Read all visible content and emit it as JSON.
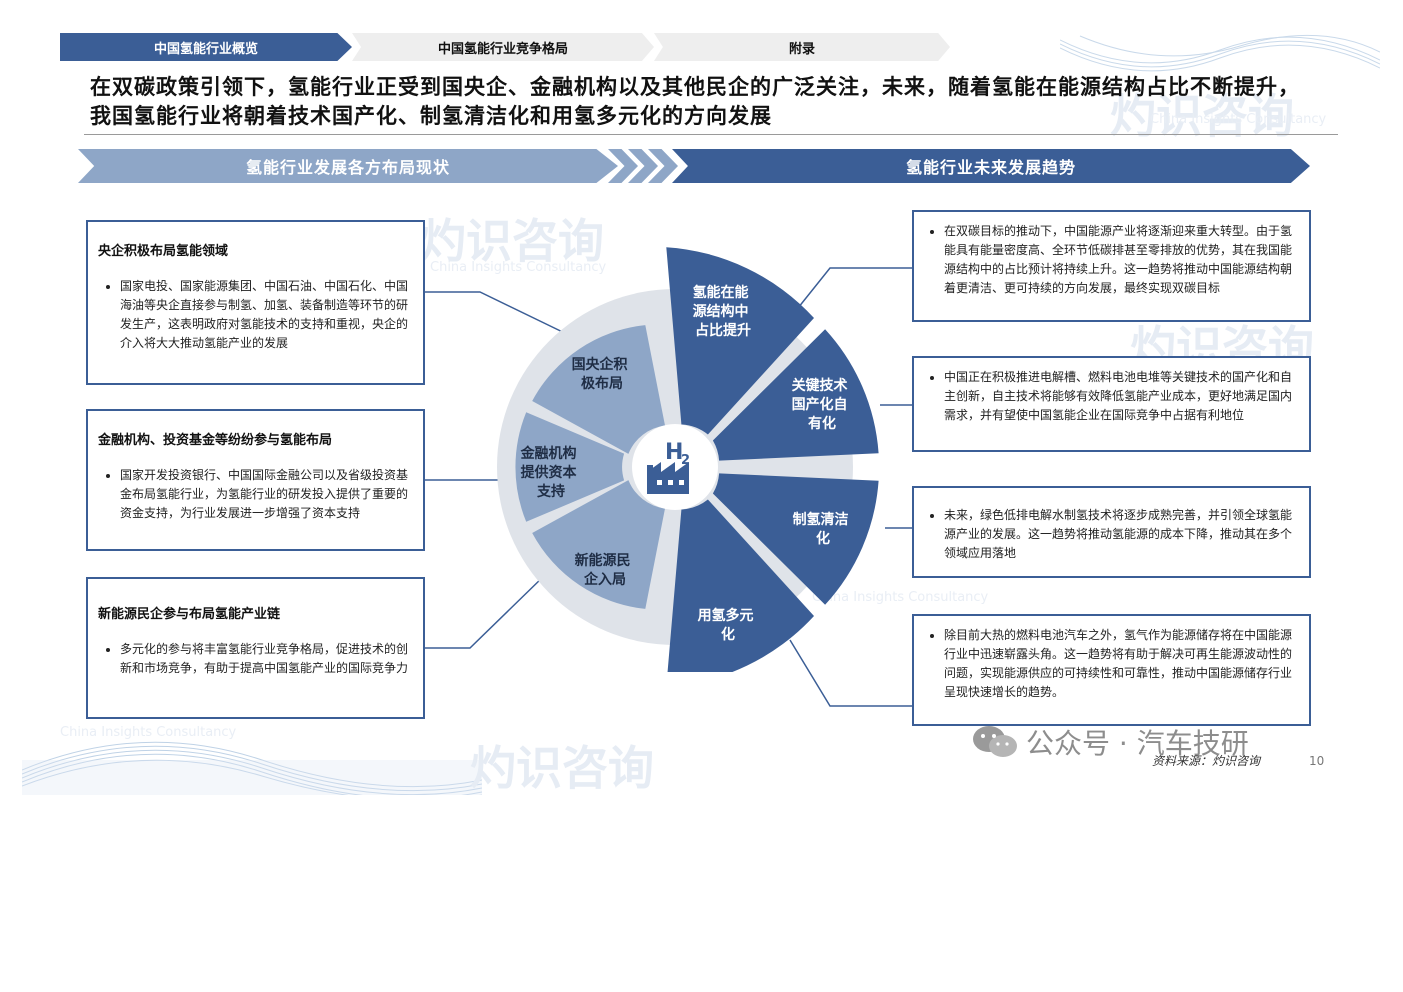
{
  "nav": {
    "tabs": [
      {
        "label": "中国氢能行业概览",
        "active": true
      },
      {
        "label": "中国氢能行业竞争格局",
        "active": false
      },
      {
        "label": "附录",
        "active": false
      }
    ]
  },
  "headline": "在双碳政策引领下，氢能行业正受到国央企、金融机构以及其他民企的广泛关注，未来，随着氢能在能源结构占比不断提升，我国氢能行业将朝着技术国产化、制氢清洁化和用氢多元化的方向发展",
  "bands": {
    "left": "氢能行业发展各方布局现状",
    "right": "氢能行业未来发展趋势"
  },
  "left_boxes": [
    {
      "title": "央企积极布局氢能领域",
      "text": "国家电投、国家能源集团、中国石油、中国石化、中国海油等央企直接参与制氢、加氢、装备制造等环节的研发生产，这表明政府对氢能技术的支持和重视，央企的介入将大大推动氢能产业的发展"
    },
    {
      "title": "金融机构、投资基金等纷纷参与氢能布局",
      "text": "国家开发投资银行、中国国际金融公司以及省级投资基金布局氢能行业，为氢能行业的研发投入提供了重要的资金支持，为行业发展进一步增强了资本支持"
    },
    {
      "title": "新能源民企参与布局氢能产业链",
      "text": "多元化的参与将丰富氢能行业竞争格局，促进技术的创新和市场竞争，有助于提高中国氢能产业的国际竞争力"
    }
  ],
  "right_boxes": [
    {
      "text": "在双碳目标的推动下，中国能源产业将逐渐迎来重大转型。由于氢能具有能量密度高、全环节低碳排甚至零排放的优势，其在我国能源结构中的占比预计将持续上升。这一趋势将推动中国能源结构朝着更清洁、更可持续的方向发展，最终实现双碳目标"
    },
    {
      "text": "中国正在积极推进电解槽、燃料电池电堆等关键技术的国产化和自主创新，自主技术将能够有效降低氢能产业成本，更好地满足国内需求，并有望使中国氢能企业在国际竞争中占据有利地位"
    },
    {
      "text": "未来，绿色低排电解水制氢技术将逐步成熟完善，并引领全球氢能源产业的发展。这一趋势将推动氢能源的成本下降，推动其在多个领域应用落地"
    },
    {
      "text": "除目前大热的燃料电池汽车之外，氢气作为能源储存将在中国能源行业中迅速崭露头角。这一趋势将有助于解决可再生能源波动性的问题，实现能源供应的可持续性和可靠性，推动中国能源储存行业呈现快速增长的趋势。"
    }
  ],
  "wheel": {
    "left_segments": [
      {
        "label_lines": [
          "国央企积",
          "极布局"
        ]
      },
      {
        "label_lines": [
          "金融机构",
          "提供资本",
          "支持"
        ]
      },
      {
        "label_lines": [
          "新能源民",
          "企入局"
        ]
      }
    ],
    "right_segments": [
      {
        "label_lines": [
          "氢能在能",
          "源结构中",
          "占比提升"
        ]
      },
      {
        "label_lines": [
          "关键技术",
          "国产化自",
          "有化"
        ]
      },
      {
        "label_lines": [
          "制氢清洁",
          "化"
        ]
      },
      {
        "label_lines": [
          "用氢多元",
          "化"
        ]
      }
    ],
    "center_symbol": "H",
    "center_subscript": "2"
  },
  "colors": {
    "dark_blue": "#3b5e96",
    "light_blue": "#8ea6c7",
    "ring_gray": "#dfe3e9"
  },
  "footer": {
    "wechat": "公众号 · 汽车技研",
    "source": "资料来源：灼识咨询",
    "page": "10"
  },
  "watermark": {
    "cn": "灼识咨询",
    "en": "China Insights Consultancy"
  }
}
